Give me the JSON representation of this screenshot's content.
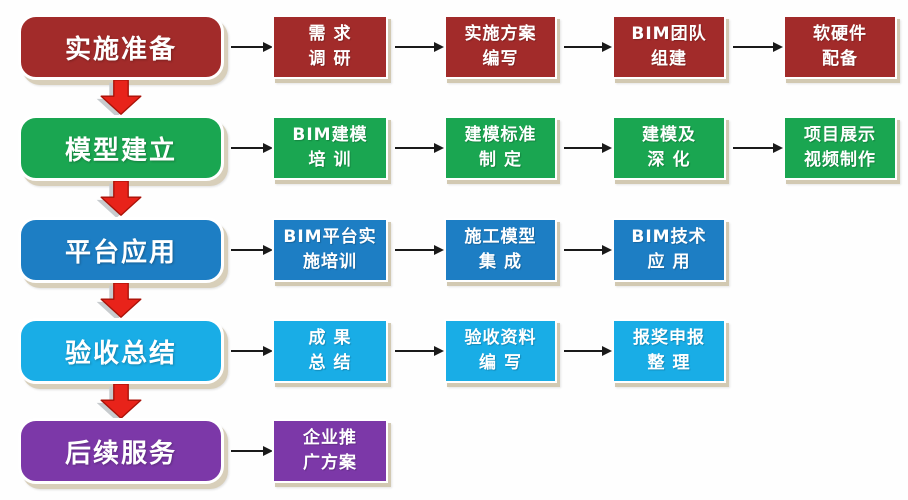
{
  "diagram": {
    "type": "flowchart",
    "colors": {
      "row1": "#a22b2a",
      "row2": "#1aa651",
      "row3": "#1d7ec4",
      "row4": "#19ade6",
      "row5": "#7c38a8",
      "down_arrow": "#e8231a",
      "connector": "#1a1a1a",
      "box_shadow": "#d2c9b2"
    }
  },
  "rows": [
    {
      "stage": {
        "label": "实施准备"
      },
      "steps": [
        {
          "label": "需 求\n调 研"
        },
        {
          "label": "实施方案\n编写"
        },
        {
          "label": "BIM团队\n组建"
        },
        {
          "label": "软硬件\n配备"
        }
      ]
    },
    {
      "stage": {
        "label": "模型建立"
      },
      "steps": [
        {
          "label": "BIM建模\n培 训"
        },
        {
          "label": "建模标准\n制 定"
        },
        {
          "label": "建模及\n深 化"
        },
        {
          "label": "项目展示\n视频制作"
        }
      ]
    },
    {
      "stage": {
        "label": "平台应用"
      },
      "steps": [
        {
          "label": "BIM平台实\n施培训"
        },
        {
          "label": "施工模型\n集 成"
        },
        {
          "label": "BIM技术\n应 用"
        }
      ]
    },
    {
      "stage": {
        "label": "验收总结"
      },
      "steps": [
        {
          "label": "成 果\n总 结"
        },
        {
          "label": "验收资料\n编 写"
        },
        {
          "label": "报奖申报\n整 理"
        }
      ]
    },
    {
      "stage": {
        "label": "后续服务"
      },
      "steps": [
        {
          "label": "企业推\n广方案"
        }
      ]
    }
  ]
}
